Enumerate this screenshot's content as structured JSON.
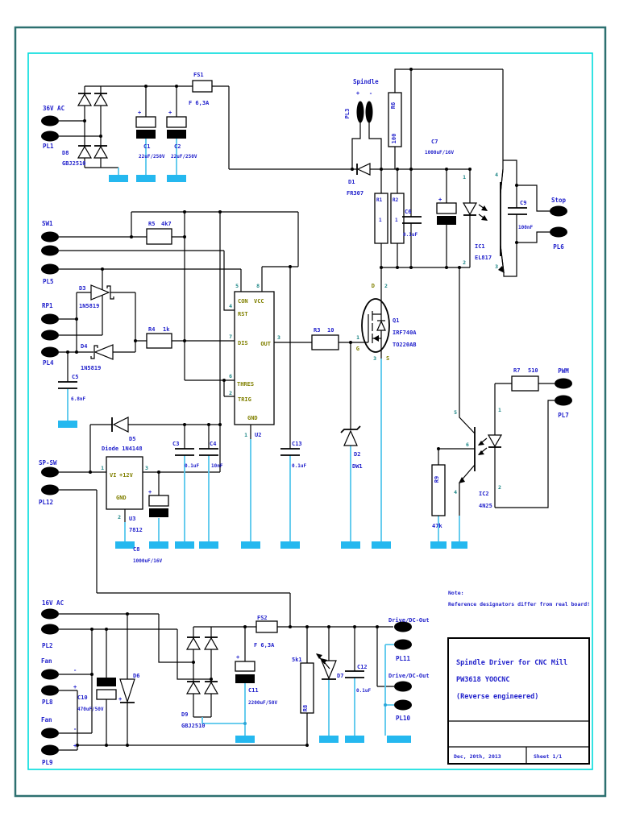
{
  "doc": {
    "type": "schematic-page",
    "note_line1": "Note:",
    "note_line2": "Reference designators differ from real board!",
    "title_block": {
      "title_line1": "Spindle Driver for CNC Mill",
      "title_line2": "PW3618 YOOCNC",
      "title_line3": "(Reverse engineered)",
      "date": "Dec, 20th, 2013",
      "sheet": "Sheet 1/1"
    }
  },
  "colors": {
    "wire": "#000000",
    "component_label": "#2222cc",
    "ic_pin_name": "#808000",
    "pin_number": "#1a8585",
    "ground_symbol": "#25b8ef",
    "ground_wire": "#55c6ec",
    "page_border": "#2d7070",
    "sheet_border": "#00dcdc"
  },
  "labels": {
    "v36ac": "36V AC",
    "pl1": "PL1",
    "d8": "D8",
    "d8v": "GBJ2510",
    "c1": "C1",
    "c1v": "22uF/250V",
    "c2": "C2",
    "c2v": "22uF/250V",
    "fs1": "FS1",
    "fs1v": "F 6,3A",
    "spindle": "Spindle",
    "plus": "+",
    "minus": "-",
    "pl3": "PL3",
    "d1": "D1",
    "d1v": "FR307",
    "r6": "R6",
    "r6v": "100",
    "c7": "C7",
    "c7v": "1000uF/16V",
    "r1": "R1",
    "r1v": "1",
    "r2": "R2",
    "r2v": "1",
    "c6": "C6",
    "c6v": "0.1uF",
    "ic1": "IC1",
    "ic1v": "EL817",
    "c9": "C9",
    "c9v": "100nF",
    "stop": "Stop",
    "pl6": "PL6",
    "sw1": "SW1",
    "r5": "R5",
    "r5v": "4k7",
    "pl5": "PL5",
    "rp1": "RP1",
    "pl4": "PL4",
    "d3": "D3",
    "d3v": "1N5819",
    "d4": "D4",
    "d4v": "1N5819",
    "r4": "R4",
    "r4v": "1k",
    "c5": "C5",
    "c5v": "6.8nF",
    "u2": "U2",
    "con": "CON",
    "vcc": "VCC",
    "rst": "RST",
    "dis": "DIS",
    "out": "OUT",
    "thres": "THRES",
    "trig": "TRIG",
    "gnd": "GND",
    "n1": "1",
    "n2": "2",
    "n3": "3",
    "n4": "4",
    "n5": "5",
    "n6": "6",
    "n7": "7",
    "n8": "8",
    "r3": "R3",
    "r3v": "10",
    "q1": "Q1",
    "q1v": "IRF740A",
    "q1p": "TO220AB",
    "d_lab": "D",
    "g_lab": "G",
    "s_lab": "S",
    "c3": "C3",
    "c3v": "0.1uF",
    "c4": "C4",
    "c4v": "10nF",
    "c13": "C13",
    "c13v": "0.1uF",
    "d2": "D2",
    "d2v": "DW1",
    "spsw": "SP-SW",
    "pl12": "PL12",
    "d5": "D5",
    "d5v": "Diode 1N4148",
    "u3": "U3",
    "u3v": "7812",
    "vi": "VI",
    "v12": "+12V",
    "c8": "C8",
    "c8v": "1000uF/16V",
    "r7": "R7",
    "r7v": "510",
    "pwm": "PWM",
    "pl7": "PL7",
    "ic2": "IC2",
    "ic2v": "4N25",
    "r9": "R9",
    "r9v": "47k",
    "v16ac": "16V AC",
    "pl2": "PL2",
    "fan": "Fan",
    "pl8": "PL8",
    "pl9": "PL9",
    "c10": "C10",
    "c10v": "470uF/50V",
    "d6": "D6",
    "d9": "D9",
    "d9v": "GBJ2510",
    "c11": "C11",
    "c11v": "2200uF/50V",
    "fs2": "FS2",
    "fs2v": "F 6,3A",
    "r8": "R8",
    "r8v": "5k1",
    "d7": "D7",
    "c12": "C12",
    "c12v": "0.1uF",
    "drive1": "Drive/DC-Out",
    "pl11": "PL11",
    "drive2": "Drive/DC-Out",
    "pl10": "PL10"
  }
}
